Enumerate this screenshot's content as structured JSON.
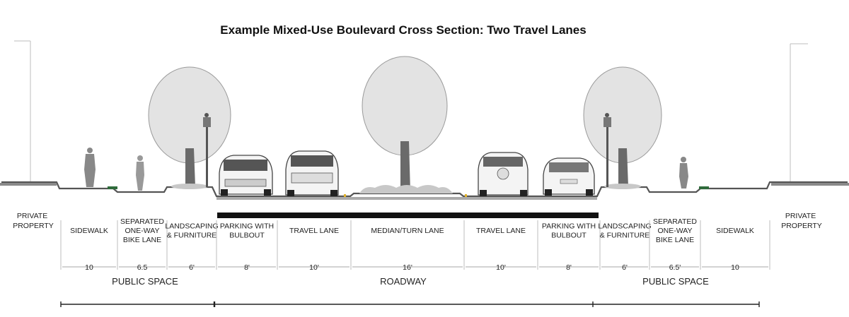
{
  "title": "Example Mixed-Use Boulevard Cross Section: Two Travel Lanes",
  "private_property_left": [
    "PRIVATE",
    "PROPERTY"
  ],
  "private_property_right": [
    "PRIVATE",
    "PROPERTY"
  ],
  "segments": [
    {
      "label": [
        "SIDEWALK"
      ],
      "width": "10"
    },
    {
      "label": [
        "SEPARATED",
        "ONE-WAY",
        "BIKE LANE"
      ],
      "width": "6.5"
    },
    {
      "label": [
        "LANDSCAPING",
        "& FURNITURE"
      ],
      "width": "6'"
    },
    {
      "label": [
        "PARKING WITH",
        "BULBOUT"
      ],
      "width": "8'"
    },
    {
      "label": [
        "TRAVEL LANE"
      ],
      "width": "10'"
    },
    {
      "label": [
        "MEDIAN/TURN LANE"
      ],
      "width": "16'"
    },
    {
      "label": [
        "TRAVEL LANE"
      ],
      "width": "10'"
    },
    {
      "label": [
        "PARKING WITH",
        "BULBOUT"
      ],
      "width": "8'"
    },
    {
      "label": [
        "LANDSCAPING",
        "& FURNITURE"
      ],
      "width": "6'"
    },
    {
      "label": [
        "SEPARATED",
        "ONE-WAY",
        "BIKE LANE"
      ],
      "width": "6.5'"
    },
    {
      "label": [
        "SIDEWALK"
      ],
      "width": "10"
    }
  ],
  "zones": [
    {
      "label": "PUBLIC SPACE"
    },
    {
      "label": "ROADWAY"
    },
    {
      "label": "PUBLIC SPACE"
    }
  ],
  "colors": {
    "ground": "#555555",
    "road": "#111111",
    "tree": "#e3e3e3",
    "tree_outline": "#9a9a9a",
    "planting": "#2f6b3b"
  },
  "icons": [
    "pedestrian-icon",
    "cyclist-icon",
    "tree-icon",
    "street-lamp-icon",
    "car-icon",
    "median-tree-icon"
  ]
}
